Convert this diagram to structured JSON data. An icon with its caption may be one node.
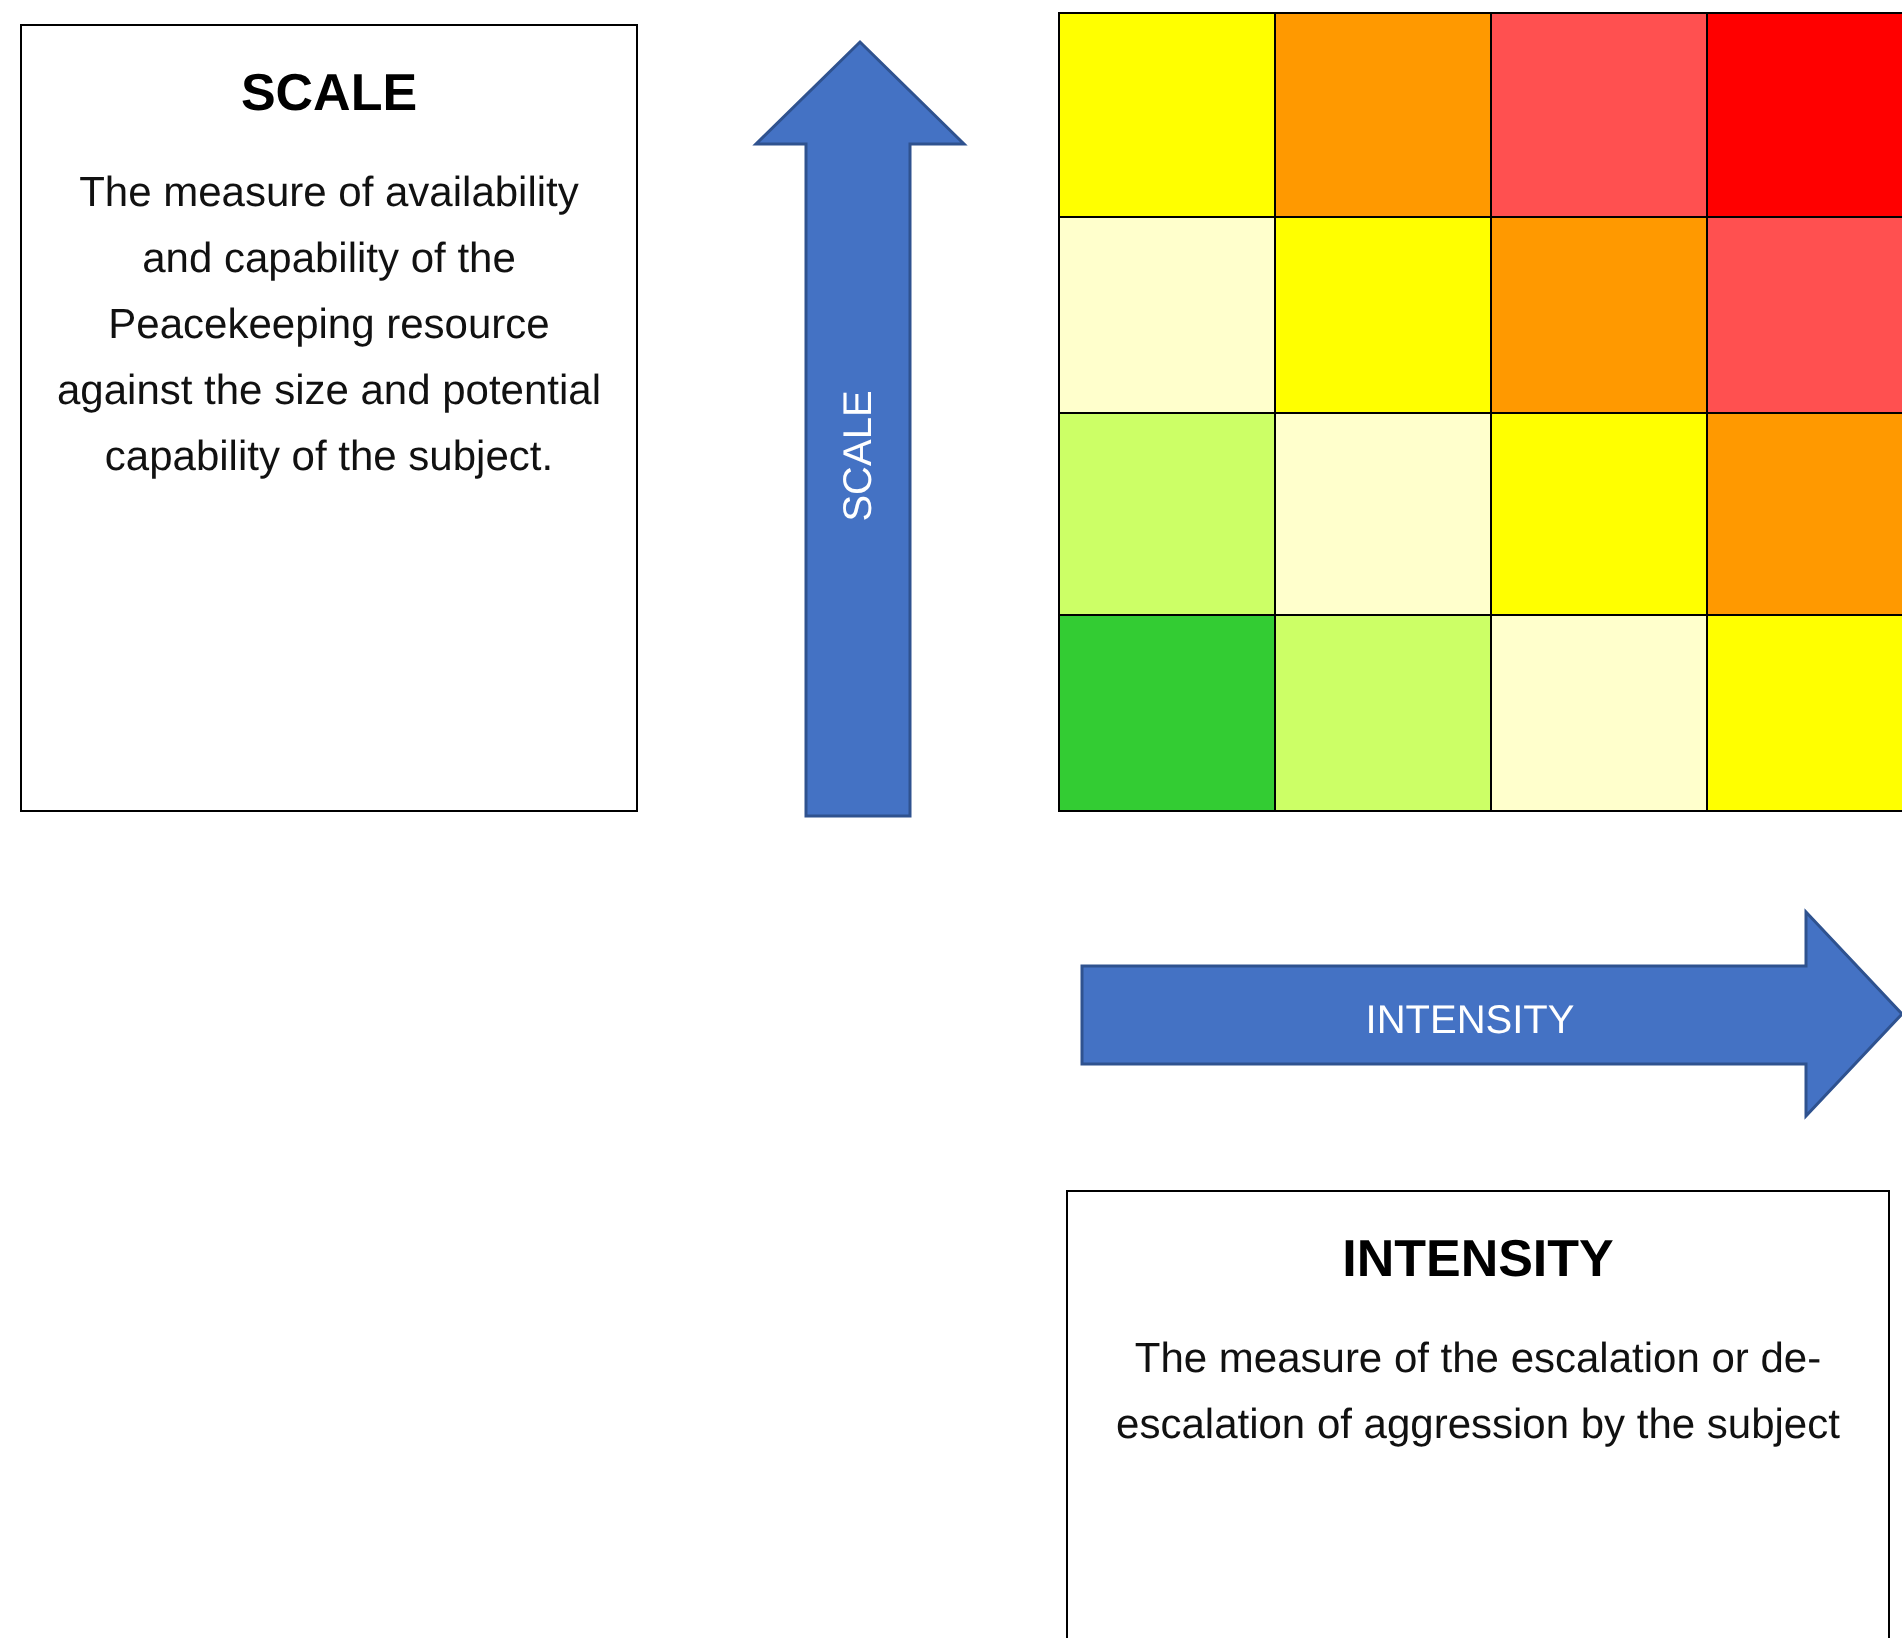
{
  "diagram": {
    "nodes": [
      {
        "text": [
          "SCALE",
          "The measure of availability and capability of the Peacekeeping resource against the size and potential capability of the subject."
        ]
      },
      {
        "text": [
          "INTENSITY",
          "The measure of the escalation or de-escalation of aggression by the subject"
        ]
      }
    ],
    "edges": [],
    "labels": [
      "SCALE",
      "INTENSITY"
    ]
  }
}
